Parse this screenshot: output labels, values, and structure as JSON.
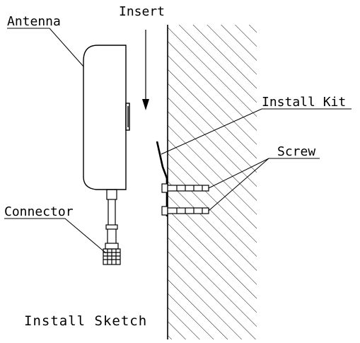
{
  "diagram": {
    "labels": {
      "antenna": "Antenna",
      "insert": "Insert",
      "install_kit": "Install Kit",
      "screw": "Screw",
      "connector": "Connector",
      "caption": "Install Sketch"
    },
    "colors": {
      "stroke": "#000000",
      "background": "#ffffff"
    },
    "icons": {
      "insert_arrow": "arrow-down-icon"
    }
  }
}
